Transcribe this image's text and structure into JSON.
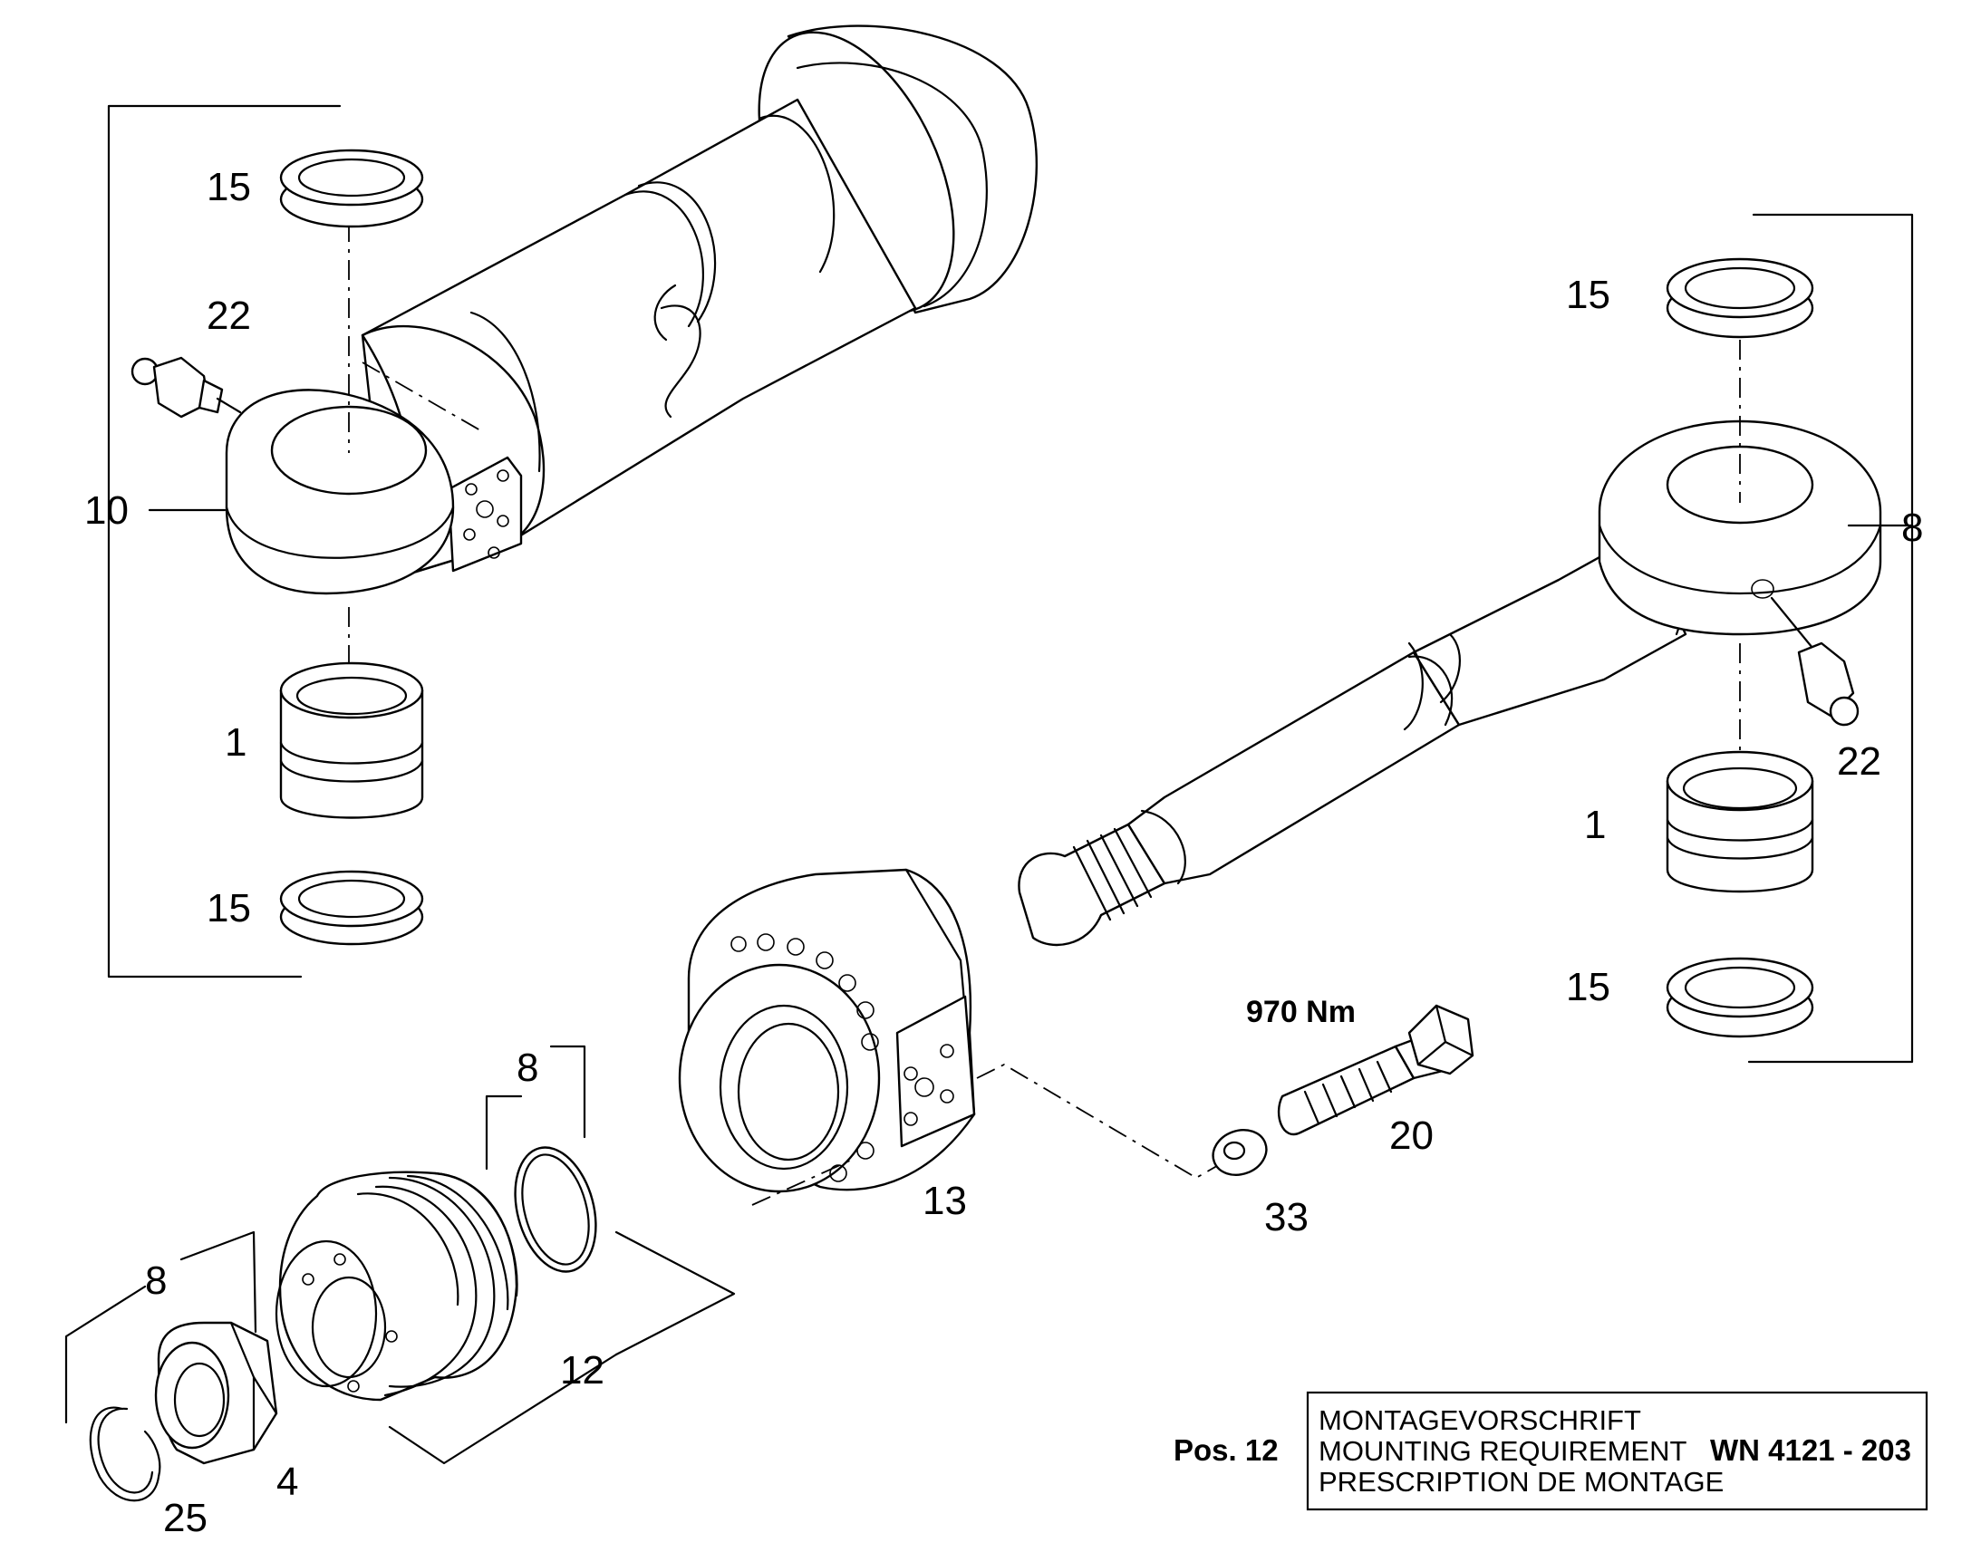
{
  "labels": {
    "l15a": "15",
    "l22a": "22",
    "l10": "10",
    "l1a": "1",
    "l15b": "15",
    "l15c": "15",
    "l8a": "8",
    "l22b": "22",
    "l1b": "1",
    "l15d": "15",
    "l8b": "8",
    "l8c": "8",
    "l12": "12",
    "l13": "13",
    "l20": "20",
    "l33": "33",
    "l4": "4",
    "l25": "25"
  },
  "torque": "970 Nm",
  "pos": "Pos. 12",
  "requirement": {
    "line1": "MONTAGEVORSCHRIFT",
    "line2": "MOUNTING REQUIREMENT",
    "line3": "PRESCRIPTION DE MONTAGE",
    "code": "WN 4121 - 203"
  }
}
